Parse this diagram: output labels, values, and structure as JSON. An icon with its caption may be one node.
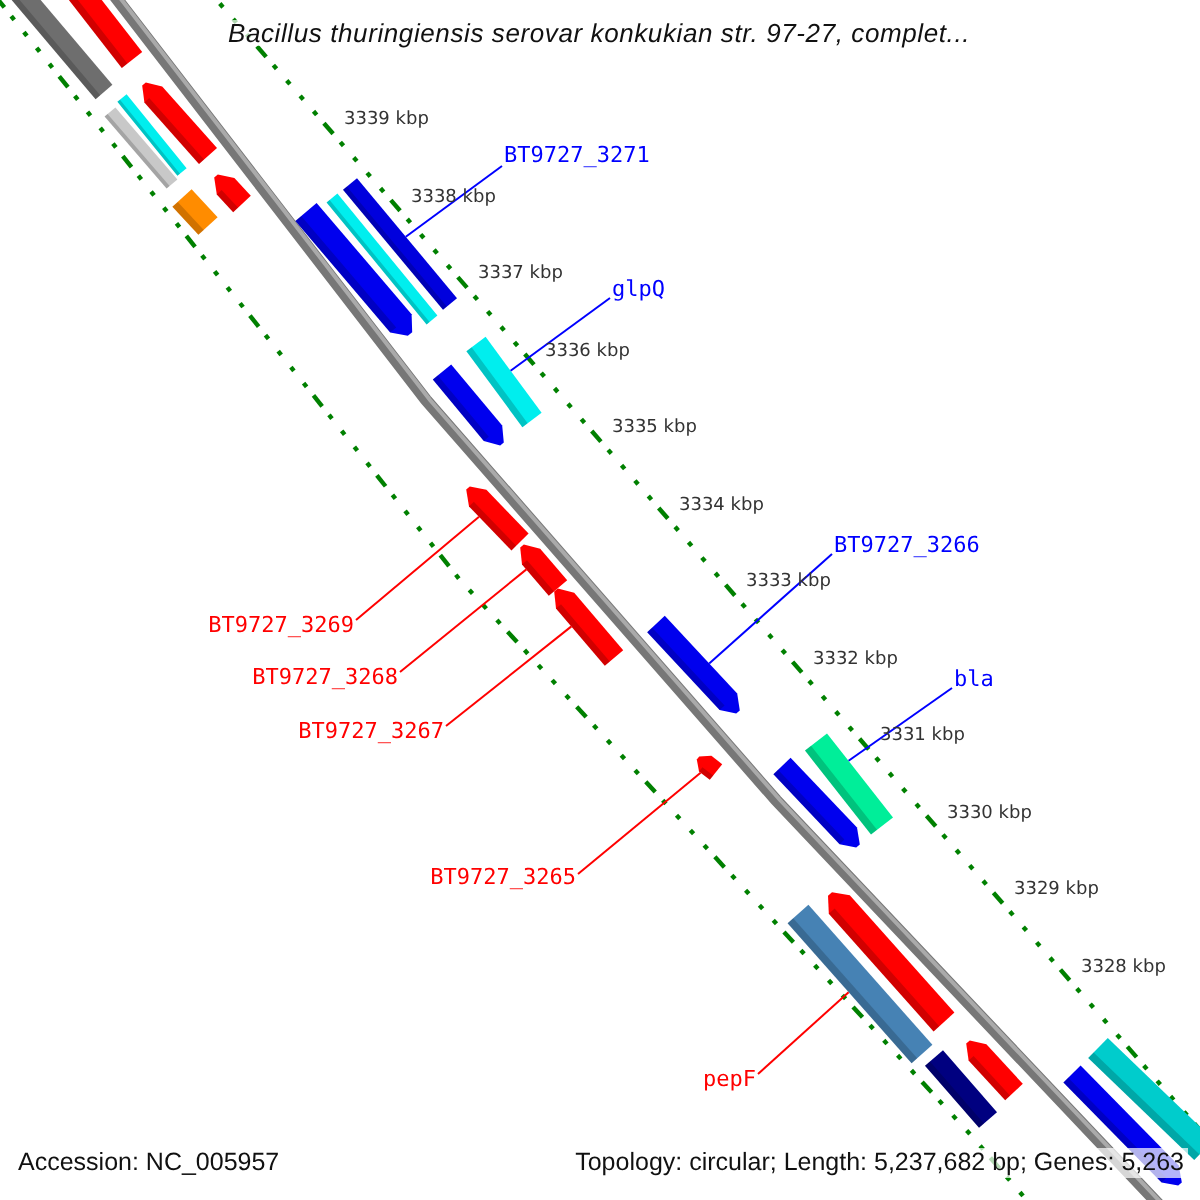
{
  "diagram": {
    "title": "Bacillus thuringiensis serovar konkukian str. 97-27, complet...",
    "nodes": [
      {
        "text": [],
        "shape": "bar"
      },
      {
        "text": [],
        "shape": "bar"
      },
      {
        "text": [],
        "shape": "bar"
      },
      {
        "text": [],
        "shape": "bar"
      },
      {
        "text": [],
        "shape": "arrow"
      },
      {
        "text": [],
        "shape": "bar"
      },
      {
        "text": [],
        "shape": "arrow"
      },
      {
        "text": [],
        "shape": "bar"
      },
      {
        "text": [],
        "shape": "bar"
      },
      {
        "text": [],
        "shape": "arrow"
      },
      {
        "text": [],
        "shape": "bar"
      },
      {
        "text": [],
        "shape": "arrow"
      },
      {
        "text": [],
        "shape": "arrow"
      },
      {
        "text": [],
        "shape": "arrow"
      },
      {
        "text": [],
        "shape": "arrow"
      },
      {
        "text": [],
        "shape": "arrow"
      },
      {
        "text": [],
        "shape": "arrow"
      },
      {
        "text": [],
        "shape": "bar"
      },
      {
        "text": [],
        "shape": "arrow"
      },
      {
        "text": [],
        "shape": "arrow"
      },
      {
        "text": [],
        "shape": "bar"
      },
      {
        "text": [],
        "shape": "bar"
      },
      {
        "text": [],
        "shape": "arrow"
      },
      {
        "text": [],
        "shape": "bar"
      },
      {
        "text": [],
        "shape": "arrow"
      },
      {
        "text": [
          "BT9727_3271"
        ]
      },
      {
        "text": [
          "glpQ"
        ]
      },
      {
        "text": [
          "BT9727_3266"
        ]
      },
      {
        "text": [
          "bla"
        ]
      },
      {
        "text": [
          "BT9727_3269"
        ]
      },
      {
        "text": [
          "BT9727_3268"
        ]
      },
      {
        "text": [
          "BT9727_3267"
        ]
      },
      {
        "text": [
          "BT9727_3265"
        ]
      },
      {
        "text": [
          "pepF"
        ]
      }
    ],
    "edges": [
      {
        "from": 25,
        "to": 7,
        "arrow": "none",
        "color": "#0000ff"
      },
      {
        "from": 26,
        "to": 10,
        "arrow": "none",
        "color": "#0000ff"
      },
      {
        "from": 27,
        "to": 15,
        "arrow": "none",
        "color": "#0000ff"
      },
      {
        "from": 28,
        "to": 17,
        "arrow": "none",
        "color": "#0000ff"
      },
      {
        "from": 29,
        "to": 12,
        "arrow": "none"
      },
      {
        "from": 30,
        "to": 13,
        "arrow": "none"
      },
      {
        "from": 31,
        "to": 14,
        "arrow": "none"
      },
      {
        "from": 32,
        "to": 16,
        "arrow": "none"
      },
      {
        "from": 33,
        "to": 20,
        "arrow": "none"
      }
    ],
    "labels": [
      "3339 kbp",
      "3338 kbp",
      "3337 kbp",
      "3336 kbp",
      "3335 kbp",
      "3334 kbp",
      "3333 kbp",
      "3332 kbp",
      "3331 kbp",
      "3330 kbp",
      "3329 kbp",
      "3328 kbp",
      "Accession: NC_005957",
      "Topology: circular; Length: 5,237,682 bp; Genes: 5,263"
    ]
  }
}
